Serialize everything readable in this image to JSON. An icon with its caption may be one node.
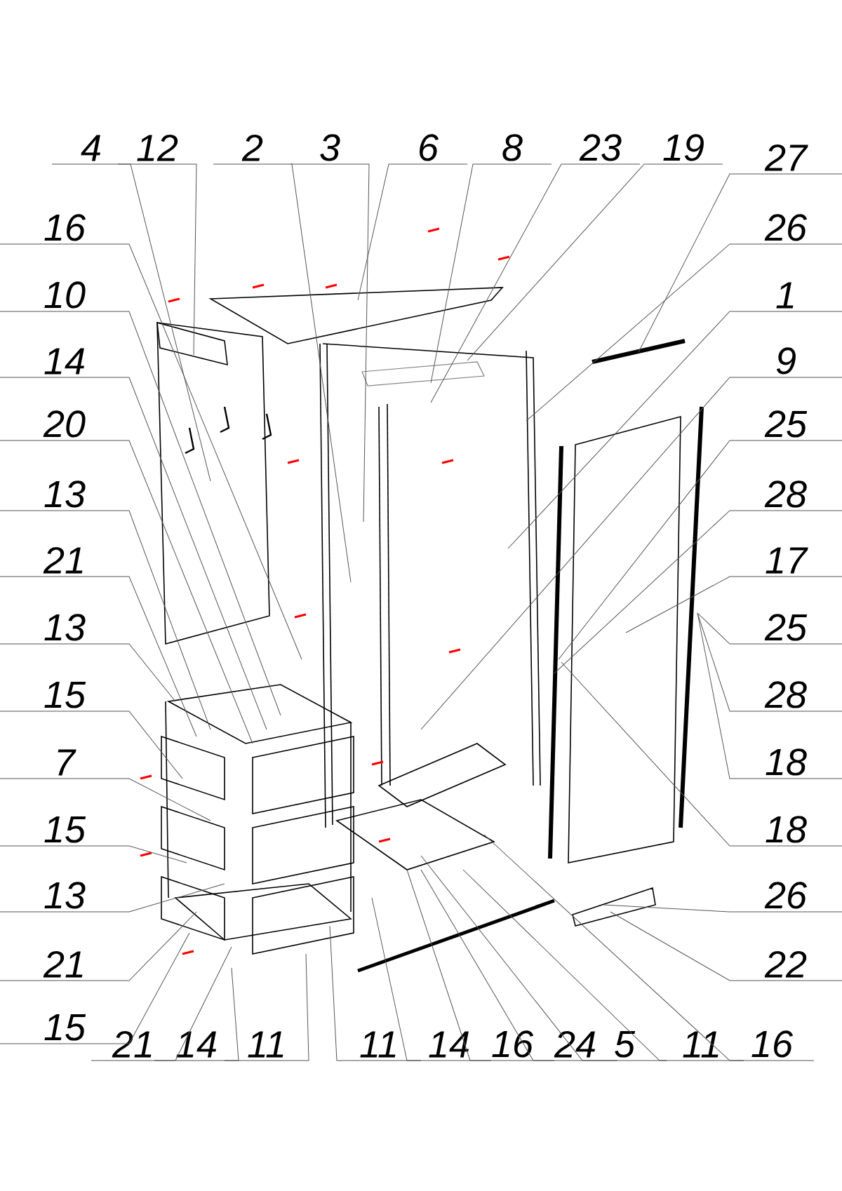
{
  "diagram": {
    "nodes": [
      {
        "text": [
          "4"
        ]
      },
      {
        "text": [
          "12"
        ]
      },
      {
        "text": [
          "2"
        ]
      },
      {
        "text": [
          "3"
        ]
      },
      {
        "text": [
          "6"
        ]
      },
      {
        "text": [
          "8"
        ]
      },
      {
        "text": [
          "23"
        ]
      },
      {
        "text": [
          "19"
        ]
      },
      {
        "text": [
          "27"
        ]
      },
      {
        "text": [
          "16"
        ]
      },
      {
        "text": [
          "10"
        ]
      },
      {
        "text": [
          "14"
        ]
      },
      {
        "text": [
          "20"
        ]
      },
      {
        "text": [
          "13"
        ]
      },
      {
        "text": [
          "21"
        ]
      },
      {
        "text": [
          "13"
        ]
      },
      {
        "text": [
          "15"
        ]
      },
      {
        "text": [
          "7"
        ]
      },
      {
        "text": [
          "15"
        ]
      },
      {
        "text": [
          "13"
        ]
      },
      {
        "text": [
          "21"
        ]
      },
      {
        "text": [
          "15"
        ]
      },
      {
        "text": [
          "26"
        ]
      },
      {
        "text": [
          "1"
        ]
      },
      {
        "text": [
          "9"
        ]
      },
      {
        "text": [
          "25"
        ]
      },
      {
        "text": [
          "28"
        ]
      },
      {
        "text": [
          "17"
        ]
      },
      {
        "text": [
          "25"
        ]
      },
      {
        "text": [
          "28"
        ]
      },
      {
        "text": [
          "18"
        ]
      },
      {
        "text": [
          "18"
        ]
      },
      {
        "text": [
          "26"
        ]
      },
      {
        "text": [
          "22"
        ]
      },
      {
        "text": [
          "21"
        ]
      },
      {
        "text": [
          "14"
        ]
      },
      {
        "text": [
          "11"
        ]
      },
      {
        "text": [
          "11"
        ]
      },
      {
        "text": [
          "14"
        ]
      },
      {
        "text": [
          "16"
        ]
      },
      {
        "text": [
          "24"
        ]
      },
      {
        "text": [
          "5"
        ]
      },
      {
        "text": [
          "11"
        ]
      },
      {
        "text": [
          "16"
        ]
      }
    ],
    "edges": [
      {
        "from": 0,
        "to": null,
        "arrow": "none"
      },
      {
        "from": 1,
        "to": null,
        "arrow": "none"
      },
      {
        "from": 2,
        "to": null,
        "arrow": "none"
      },
      {
        "from": 3,
        "to": null,
        "arrow": "none"
      },
      {
        "from": 4,
        "to": null,
        "arrow": "none"
      },
      {
        "from": 5,
        "to": null,
        "arrow": "none"
      },
      {
        "from": 6,
        "to": null,
        "arrow": "none"
      },
      {
        "from": 7,
        "to": null,
        "arrow": "none"
      },
      {
        "from": 8,
        "to": null,
        "arrow": "none"
      },
      {
        "from": 9,
        "to": null,
        "arrow": "none"
      },
      {
        "from": 10,
        "to": null,
        "arrow": "none"
      },
      {
        "from": 11,
        "to": null,
        "arrow": "none"
      },
      {
        "from": 12,
        "to": null,
        "arrow": "none"
      },
      {
        "from": 13,
        "to": null,
        "arrow": "none"
      },
      {
        "from": 14,
        "to": null,
        "arrow": "none"
      },
      {
        "from": 15,
        "to": null,
        "arrow": "none"
      },
      {
        "from": 16,
        "to": null,
        "arrow": "none"
      },
      {
        "from": 17,
        "to": null,
        "arrow": "none"
      },
      {
        "from": 18,
        "to": null,
        "arrow": "none"
      },
      {
        "from": 19,
        "to": null,
        "arrow": "none"
      },
      {
        "from": 20,
        "to": null,
        "arrow": "none"
      },
      {
        "from": 21,
        "to": null,
        "arrow": "none"
      },
      {
        "from": 22,
        "to": null,
        "arrow": "none"
      },
      {
        "from": 23,
        "to": null,
        "arrow": "none"
      },
      {
        "from": 24,
        "to": null,
        "arrow": "none"
      },
      {
        "from": 25,
        "to": null,
        "arrow": "none"
      },
      {
        "from": 26,
        "to": null,
        "arrow": "none"
      },
      {
        "from": 27,
        "to": null,
        "arrow": "none"
      },
      {
        "from": 28,
        "to": null,
        "arrow": "none"
      },
      {
        "from": 29,
        "to": null,
        "arrow": "none"
      },
      {
        "from": 30,
        "to": null,
        "arrow": "none"
      },
      {
        "from": 31,
        "to": null,
        "arrow": "none"
      },
      {
        "from": 32,
        "to": null,
        "arrow": "none"
      },
      {
        "from": 33,
        "to": null,
        "arrow": "none"
      },
      {
        "from": 34,
        "to": null,
        "arrow": "none"
      },
      {
        "from": 35,
        "to": null,
        "arrow": "none"
      },
      {
        "from": 36,
        "to": null,
        "arrow": "none"
      },
      {
        "from": 37,
        "to": null,
        "arrow": "none"
      },
      {
        "from": 38,
        "to": null,
        "arrow": "none"
      },
      {
        "from": 39,
        "to": null,
        "arrow": "none"
      },
      {
        "from": 40,
        "to": null,
        "arrow": "none"
      },
      {
        "from": 41,
        "to": null,
        "arrow": "none"
      },
      {
        "from": 42,
        "to": null,
        "arrow": "none"
      },
      {
        "from": 43,
        "to": null,
        "arrow": "none"
      }
    ]
  }
}
